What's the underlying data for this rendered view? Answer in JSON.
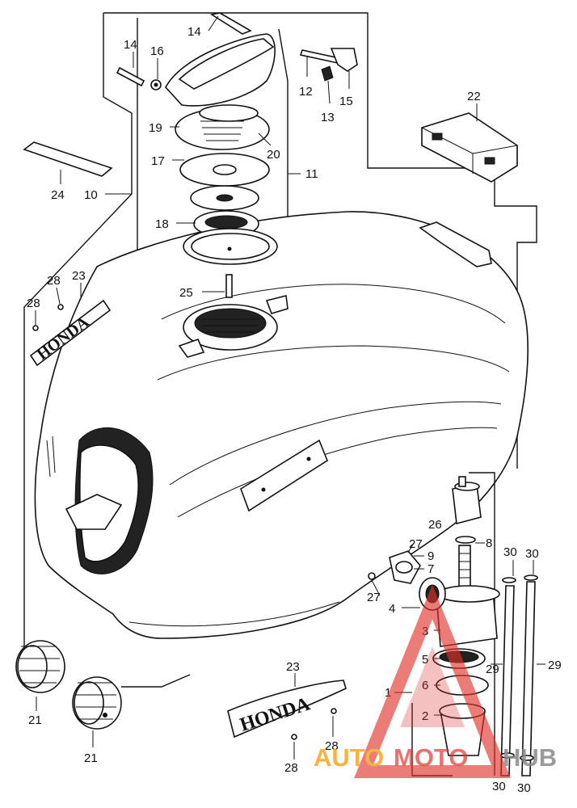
{
  "diagram": {
    "callouts": [
      {
        "id": "c14a",
        "text": "14"
      },
      {
        "id": "c14b",
        "text": "14"
      },
      {
        "id": "c16",
        "text": "16"
      },
      {
        "id": "c12",
        "text": "12"
      },
      {
        "id": "c15",
        "text": "15"
      },
      {
        "id": "c13",
        "text": "13"
      },
      {
        "id": "c22",
        "text": "22"
      },
      {
        "id": "c19",
        "text": "19"
      },
      {
        "id": "c20",
        "text": "20"
      },
      {
        "id": "c17",
        "text": "17"
      },
      {
        "id": "c11",
        "text": "11"
      },
      {
        "id": "c24",
        "text": "24"
      },
      {
        "id": "c10",
        "text": "10"
      },
      {
        "id": "c18",
        "text": "18"
      },
      {
        "id": "c28a",
        "text": "28"
      },
      {
        "id": "c23a",
        "text": "23"
      },
      {
        "id": "c28b",
        "text": "28"
      },
      {
        "id": "c25",
        "text": "25"
      },
      {
        "id": "c26",
        "text": "26"
      },
      {
        "id": "c8",
        "text": "8"
      },
      {
        "id": "c30a",
        "text": "30"
      },
      {
        "id": "c30b",
        "text": "30"
      },
      {
        "id": "c27a",
        "text": "27"
      },
      {
        "id": "c9",
        "text": "9"
      },
      {
        "id": "c7",
        "text": "7"
      },
      {
        "id": "c27b",
        "text": "27"
      },
      {
        "id": "c4",
        "text": "4"
      },
      {
        "id": "c3",
        "text": "3"
      },
      {
        "id": "c5",
        "text": "5"
      },
      {
        "id": "c29a",
        "text": "29"
      },
      {
        "id": "c29b",
        "text": "29"
      },
      {
        "id": "c6",
        "text": "6"
      },
      {
        "id": "c1",
        "text": "1"
      },
      {
        "id": "c2",
        "text": "2"
      },
      {
        "id": "c23b",
        "text": "23"
      },
      {
        "id": "c21a",
        "text": "21"
      },
      {
        "id": "c21b",
        "text": "21"
      },
      {
        "id": "c28c",
        "text": "28"
      },
      {
        "id": "c28d",
        "text": "28"
      },
      {
        "id": "c30c",
        "text": "30"
      },
      {
        "id": "c30d",
        "text": "30"
      }
    ],
    "emblem_text": "HONDA",
    "emblem_text_small": "HONDA"
  },
  "watermark": {
    "part1": "AUTO",
    "part2": "MOTO",
    "part3": "HUB",
    "color_orange": "#f5a623",
    "color_red": "#e0312b",
    "color_gray": "#8a8a8a"
  }
}
